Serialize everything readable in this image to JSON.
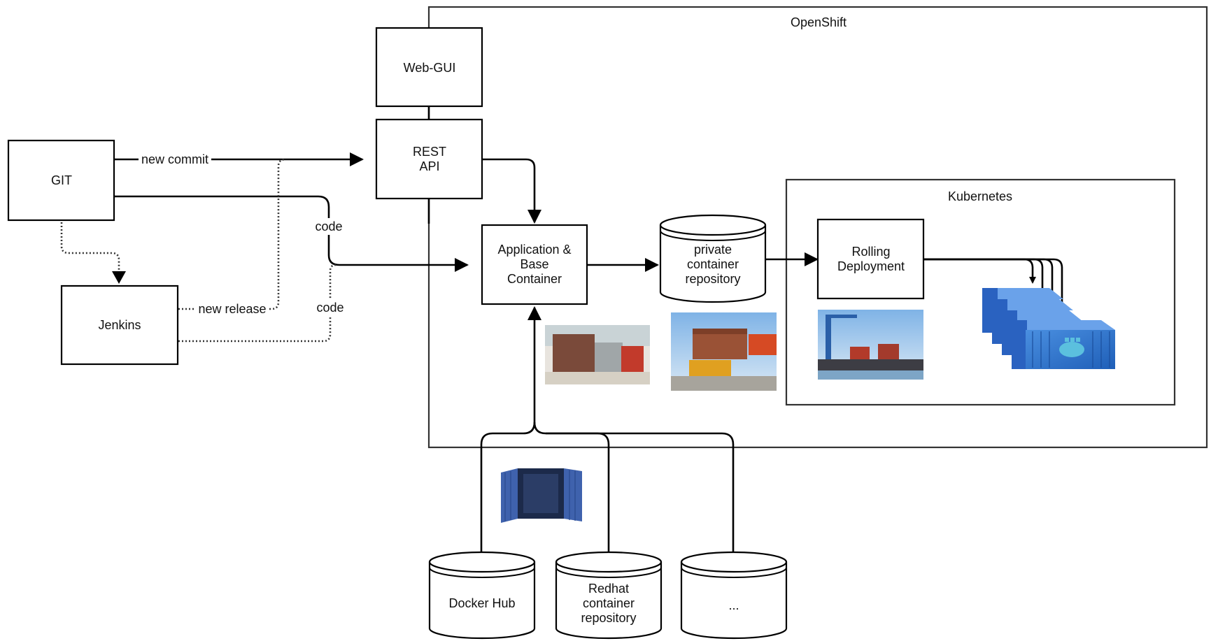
{
  "containers": {
    "openshift": "OpenShift",
    "kubernetes": "Kubernetes"
  },
  "nodes": {
    "git": "GIT",
    "jenkins": "Jenkins",
    "web_gui": "Web-GUI",
    "rest_api": [
      "REST",
      "API"
    ],
    "app_base": [
      "Application &",
      "Base",
      "Container"
    ],
    "private_repo": [
      "private",
      "container",
      "repository"
    ],
    "rolling": [
      "Rolling",
      "Deployment"
    ],
    "docker_hub": "Docker Hub",
    "redhat_repo": [
      "Redhat",
      "container",
      "repository"
    ],
    "other_repo": "..."
  },
  "edges": {
    "new_commit": "new commit",
    "code_git": "code",
    "new_release": "new release",
    "code_jenkins": "code"
  },
  "images": [
    "photo-container-loading",
    "photo-container-forklift",
    "photo-cargo-ship-crane",
    "docker-container-stack",
    "open-shipping-container"
  ]
}
